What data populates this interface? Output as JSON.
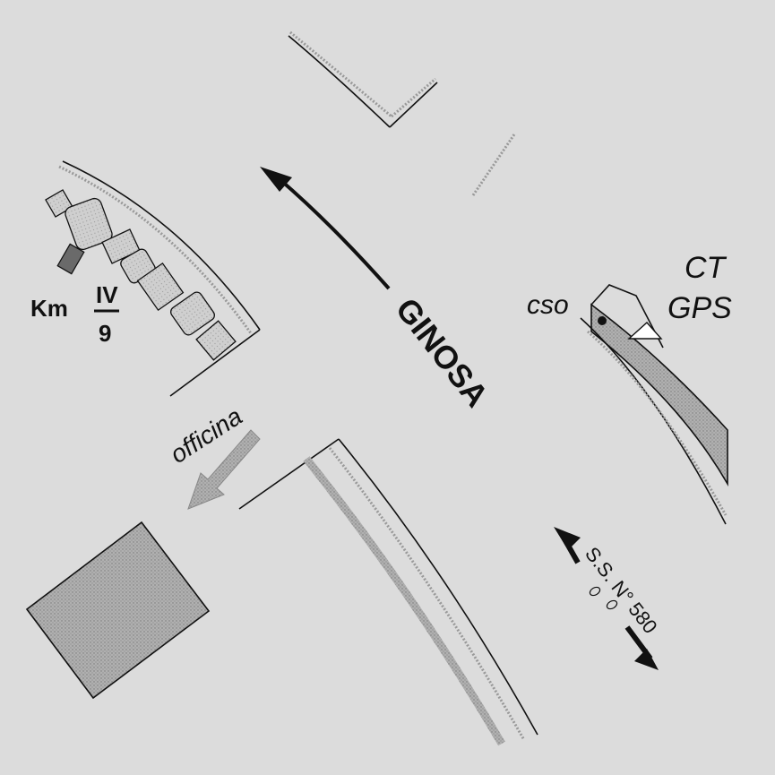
{
  "labels": {
    "town": "GINOSA",
    "km_prefix": "Km",
    "km_numerator": "IV",
    "km_denominator": "9",
    "workshop": "officina",
    "cso": "cso",
    "ct": "CT",
    "gps": "GPS",
    "road": "S.S. N° 580"
  },
  "colors": {
    "background": "#dcdcdc",
    "stipple_fill": "#a8a8a8",
    "light_stipple": "#c4c4c4",
    "dark_block": "#6a6a6a",
    "line": "#111111"
  }
}
